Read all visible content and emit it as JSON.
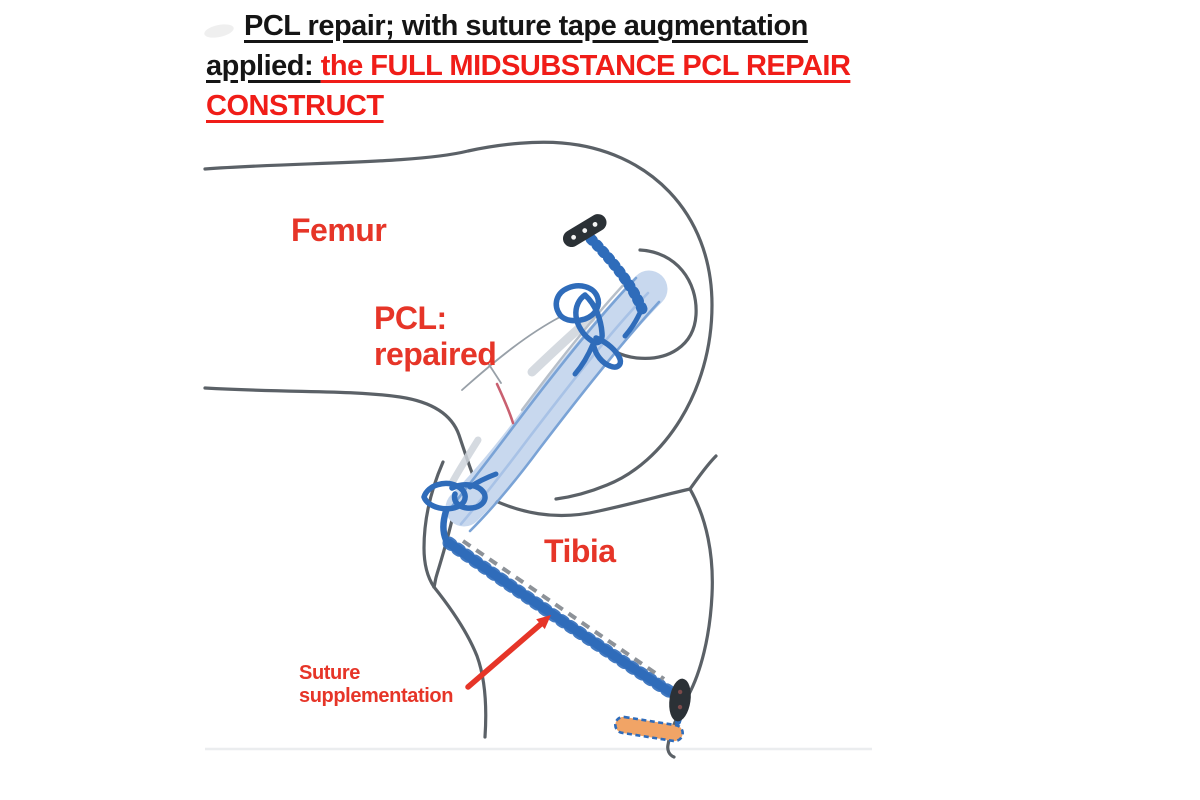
{
  "title": {
    "line1": "PCL repair; with suture tape augmentation",
    "line2_black": "applied: ",
    "line2_red": "the FULL MIDSUBSTANCE PCL REPAIR",
    "line3_red": "CONSTRUCT"
  },
  "labels": {
    "femur": "Femur",
    "pcl_line1": "PCL:",
    "pcl_line2": "repaired",
    "tibia": "Tibia",
    "suture_line1": "Suture",
    "suture_line2": "supplementation"
  },
  "diagram": {
    "type": "medical-illustration",
    "subject": "Sagittal knee diagram: full midsubstance PCL repair construct with suture tape augmentation",
    "parts": [
      "femur-outline",
      "tibia-outline",
      "pcl-ligament-fibers",
      "repair-site-mark",
      "femoral-cortical-button",
      "beaded-suture-post",
      "cinch-stitch-loops",
      "suture-tape",
      "tibial-tunnel-dashed-line",
      "tibial-cortical-button",
      "orange-anchor",
      "pointer-arrow"
    ]
  },
  "colors": {
    "background": "#ffffff",
    "title_black": "#151515",
    "title_red": "#f01d18",
    "label_red": "#e63528",
    "outline_gray": "#5b6167",
    "sketch_gray": "#98a0a8",
    "ligament_fill": "#c8d8ee",
    "fiber_blue": "#7aa3d6",
    "fiber_blue_light": "#a8c2e6",
    "fiber_gray": "#b7bfc9",
    "tape_gray": "#ced4db",
    "suture_blue": "#2f6cba",
    "tape_blue": "#3572bf",
    "tunnel_gray": "#8d9298",
    "implant_black": "#2b3136",
    "button_hole": "#f4f4f4",
    "button_dot": "#7c4a4a",
    "anchor_orange": "#f1a466",
    "repair_mark": "#c96070",
    "baseline_gray": "#ebedef"
  }
}
